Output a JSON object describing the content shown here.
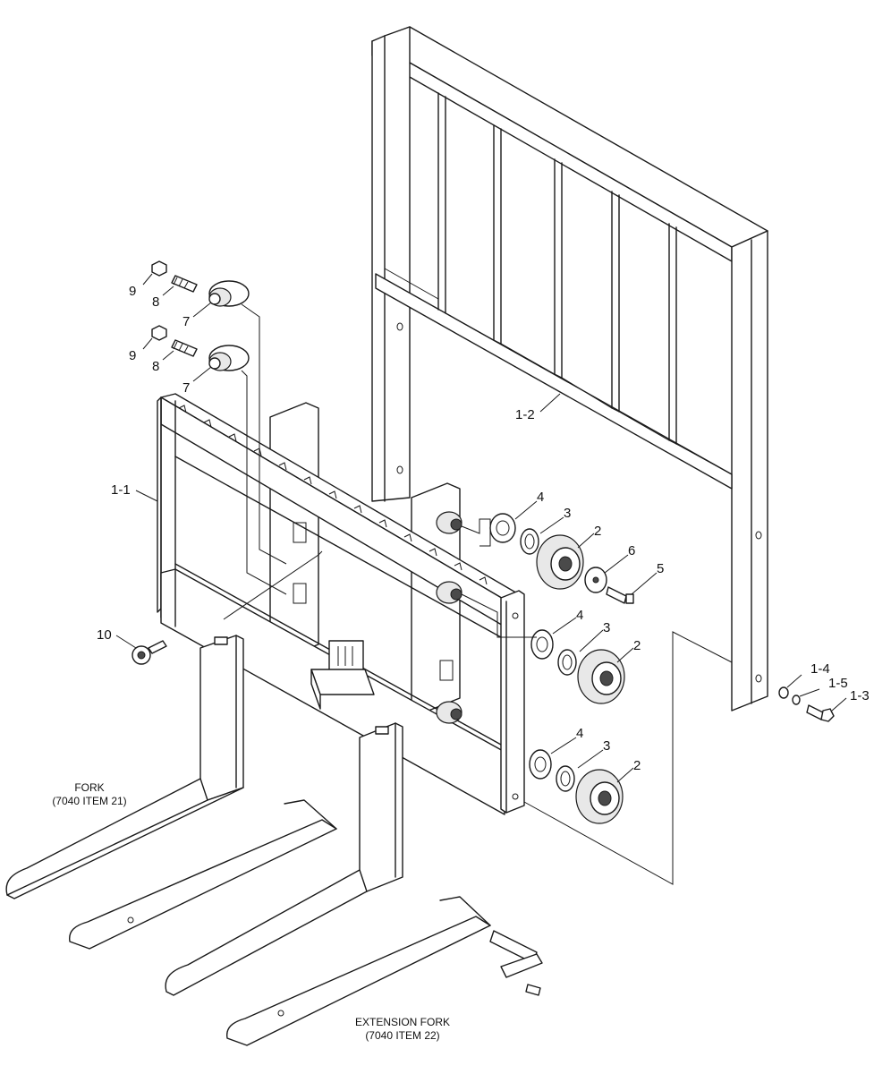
{
  "callouts": {
    "p9a": "9",
    "p8a": "8",
    "p7a": "7",
    "p9b": "9",
    "p8b": "8",
    "p7b": "7",
    "p1_1": "1-1",
    "p1_2": "1-2",
    "p10": "10",
    "p4a": "4",
    "p3a": "3",
    "p2a": "2",
    "p6": "6",
    "p5": "5",
    "p4b": "4",
    "p3b": "3",
    "p2b": "2",
    "p4c": "4",
    "p3c": "3",
    "p2c": "2",
    "p1_4": "1-4",
    "p1_5": "1-5",
    "p1_3": "1-3"
  },
  "captions": {
    "fork_line1": "FORK",
    "fork_line2": "(7040 ITEM 21)",
    "ext_line1": "EXTENSION FORK",
    "ext_line2": "(7040 ITEM 22)"
  }
}
